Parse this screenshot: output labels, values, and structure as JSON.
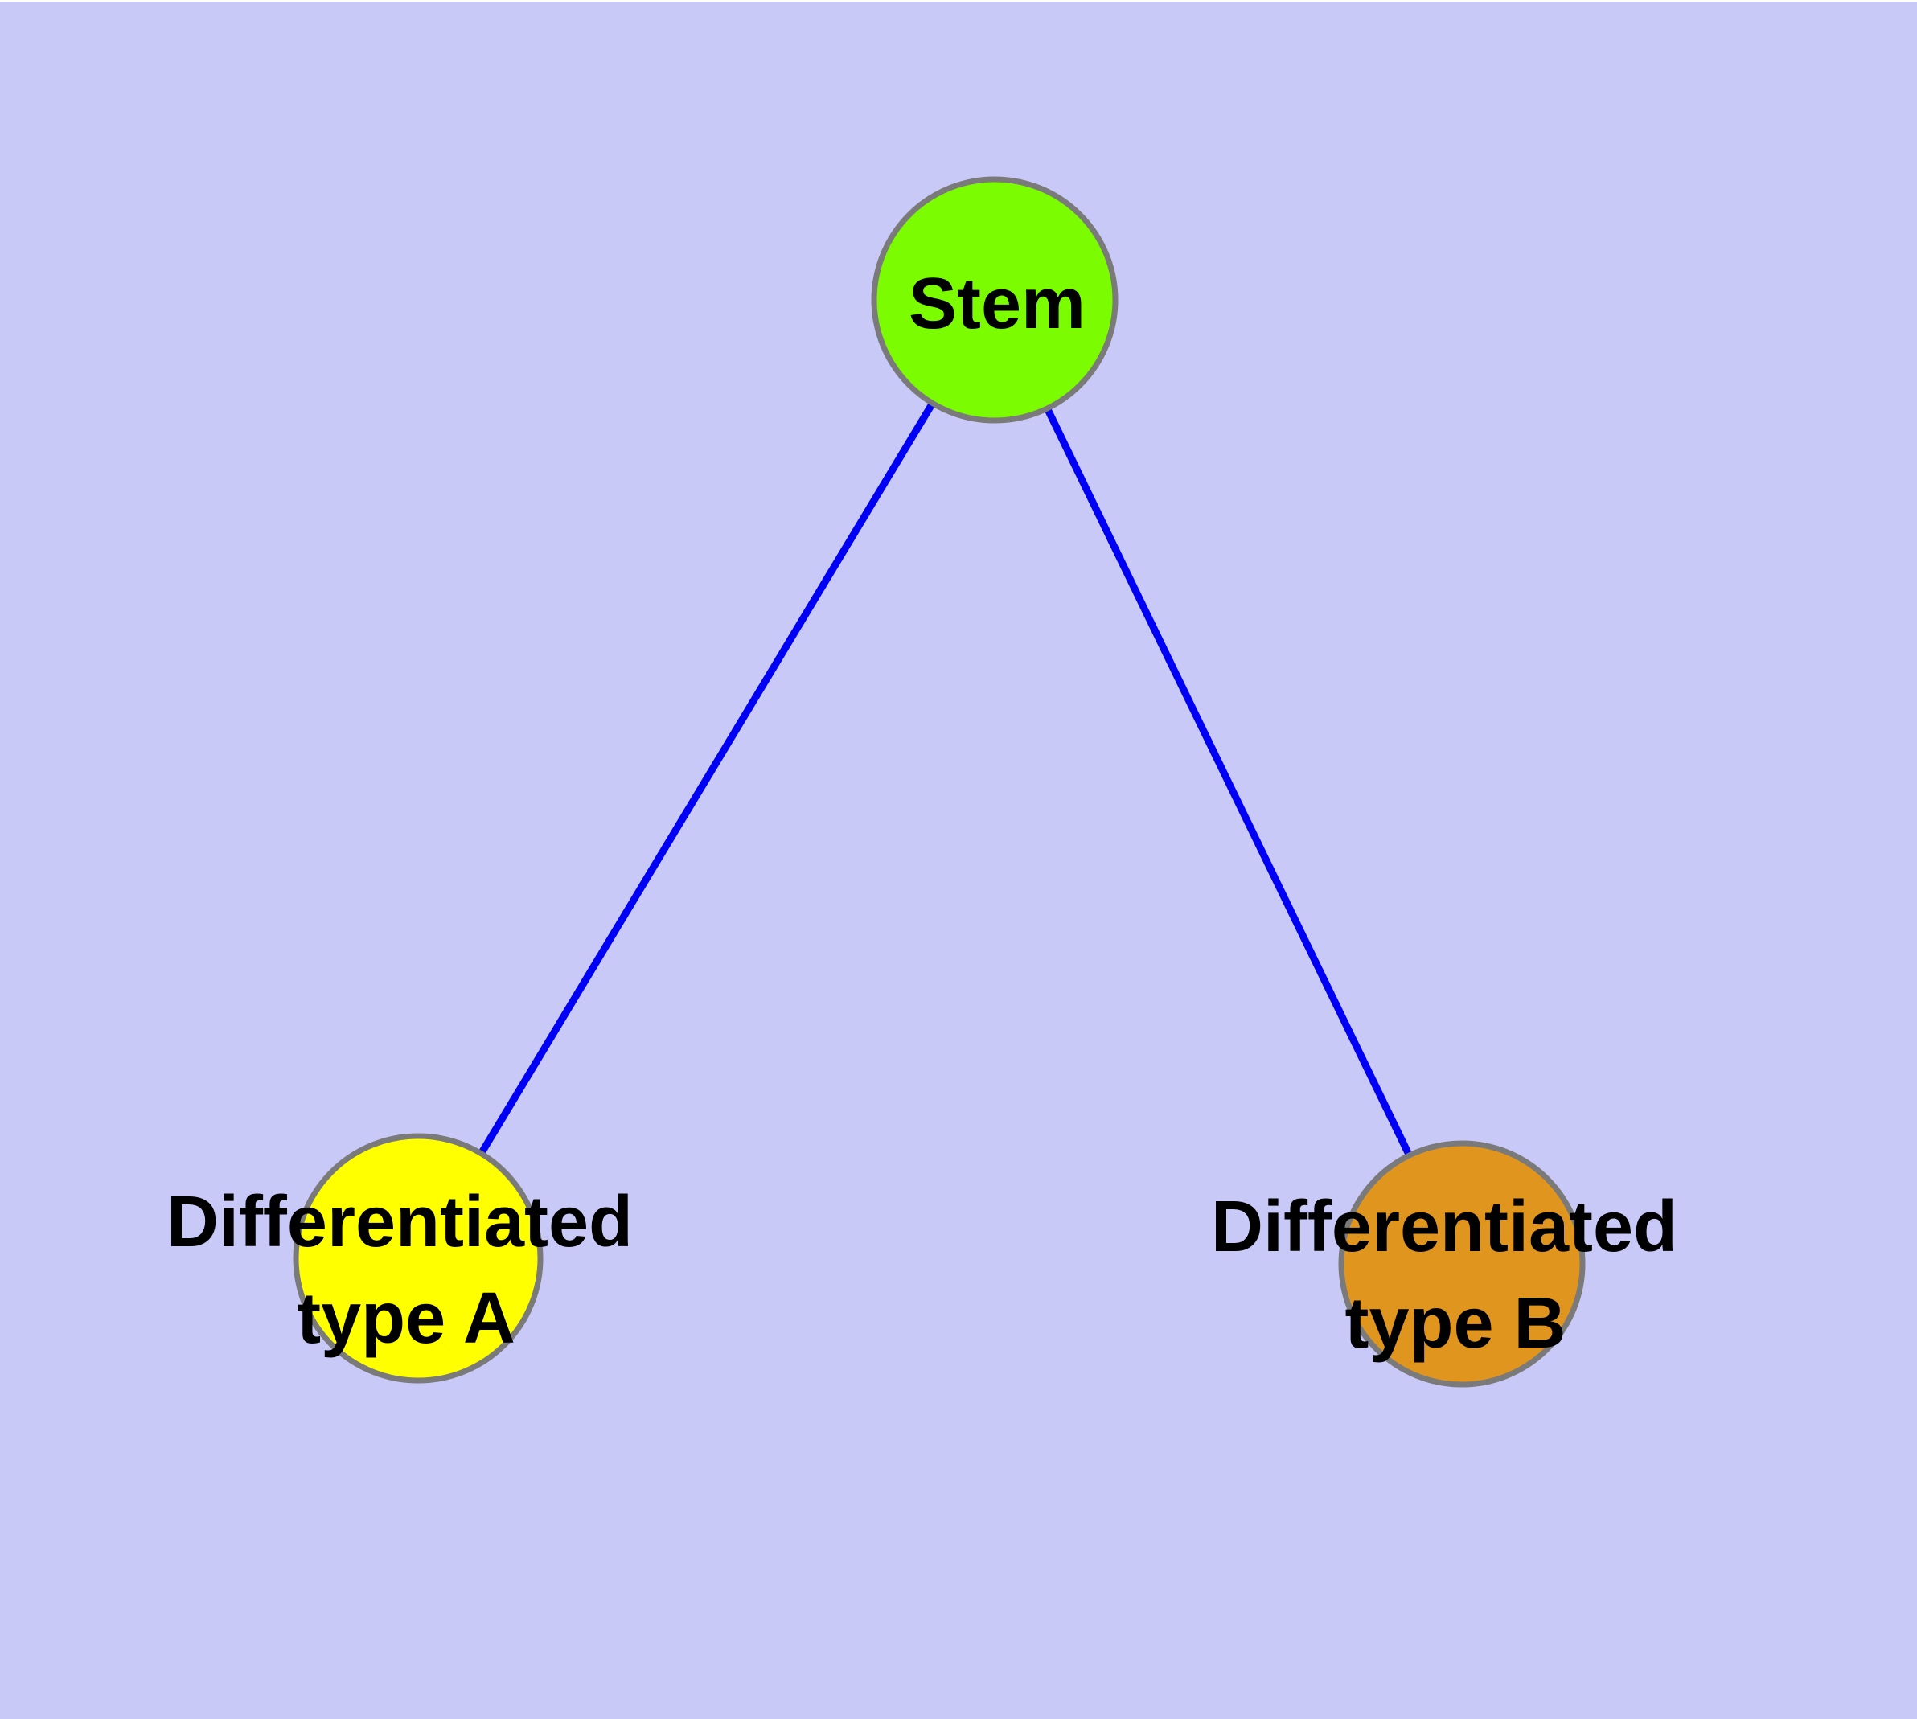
{
  "diagram": {
    "background_color": "#C9C9F8",
    "top_margin_color": "#FFFFFF",
    "edge_color": "#0000F5",
    "node_border_color": "#7A7A7A",
    "text_color": "#000000",
    "nodes": {
      "stem": {
        "label": "Stem",
        "color": "#7CFC00"
      },
      "type_a": {
        "label_line1": "Differentiated",
        "label_line2": "type A",
        "color": "#FFFF00"
      },
      "type_b": {
        "label_line1": "Differentiated",
        "label_line2": "type B",
        "color": "#E0951F"
      }
    },
    "edges": [
      {
        "from": "Stem",
        "to": "Differentiated type A"
      },
      {
        "from": "Stem",
        "to": "Differentiated type B"
      }
    ]
  }
}
